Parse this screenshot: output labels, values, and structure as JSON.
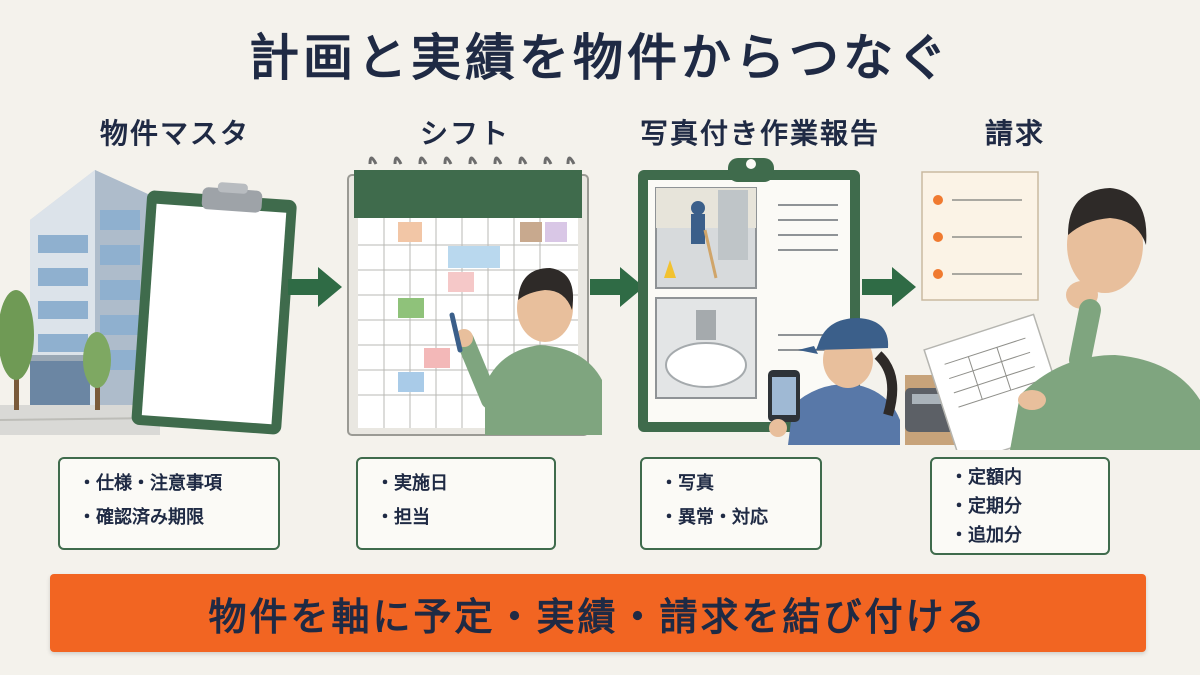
{
  "title": "計画と実績を物件からつなぐ",
  "steps": [
    {
      "label": "物件マスタ",
      "items": [
        "仕様・注意事項",
        "確認済み期限"
      ]
    },
    {
      "label": "シフト",
      "items": [
        "実施日",
        "担当"
      ]
    },
    {
      "label": "写真付き作業報告",
      "items": [
        "写真",
        "異常・対応"
      ]
    },
    {
      "label": "請求",
      "items": [
        "定額内",
        "定期分",
        "追加分"
      ]
    }
  ],
  "banner": "物件を軸に予定・実績・請求を結び付ける",
  "colors": {
    "accent": "#f26522",
    "green": "#3f6b4c",
    "navy": "#1f2a44"
  }
}
